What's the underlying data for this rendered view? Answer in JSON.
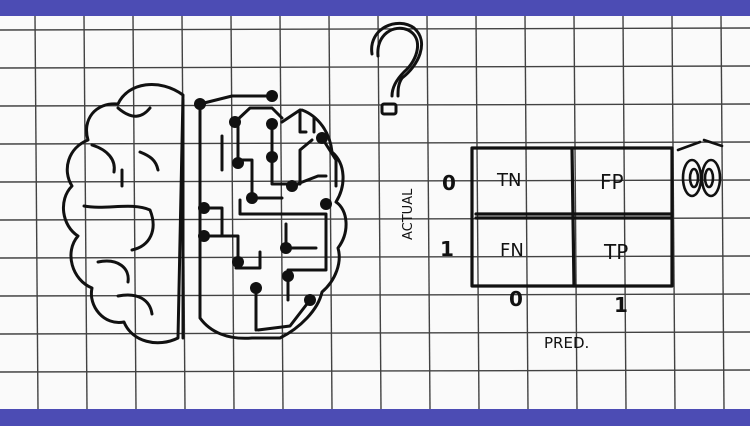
{
  "matrix": {
    "cells": {
      "tn": "TN",
      "fp": "FP",
      "fn": "FN",
      "tp": "TP"
    },
    "row_labels": [
      "0",
      "1"
    ],
    "col_labels": [
      "0",
      "1"
    ],
    "y_axis_label": "ACTUAL",
    "x_axis_label": "PRED."
  },
  "question_mark": "?",
  "colors": {
    "frame": "#4c4cb4",
    "paper": "#fafafa",
    "grid": "#222222",
    "ink": "#111111"
  }
}
